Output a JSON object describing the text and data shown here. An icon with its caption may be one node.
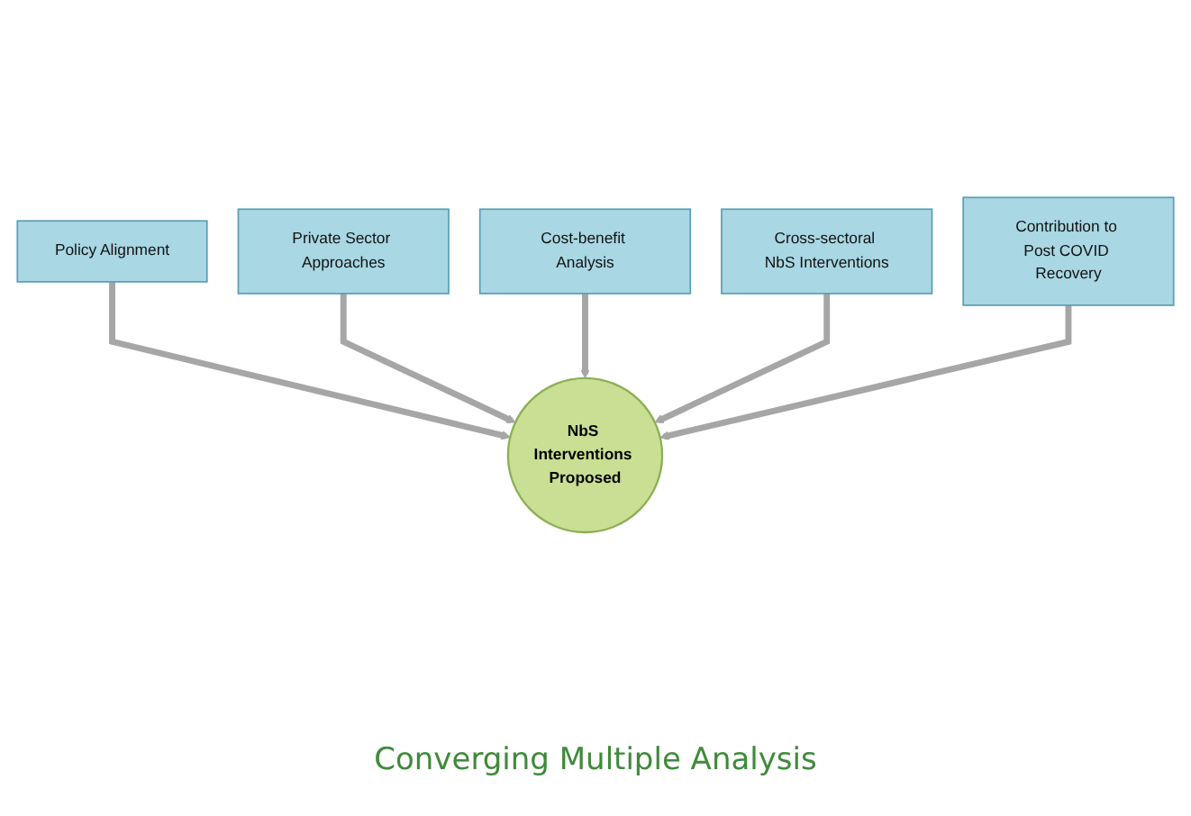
{
  "diagram": {
    "caption": "Converging Multiple Analysis",
    "nodes": [
      {
        "text": [
          "Policy Alignment"
        ]
      },
      {
        "text": [
          "Private Sector Approaches"
        ]
      },
      {
        "text": [
          "Cost-benefit Analysis"
        ]
      },
      {
        "text": [
          "Cross-sectoral NbS Interventions"
        ]
      },
      {
        "text": [
          "NbS Interventions Proposed"
        ]
      },
      {
        "text": [
          "Contribution to Post COVID Recovery"
        ]
      }
    ],
    "edges": [
      {
        "from": 0,
        "to": 4,
        "arrow": "to"
      },
      {
        "from": 1,
        "to": 4,
        "arrow": "to"
      },
      {
        "from": 2,
        "to": 4,
        "arrow": "to"
      },
      {
        "from": 3,
        "to": 4,
        "arrow": "to"
      },
      {
        "from": 5,
        "to": 4,
        "arrow": "to"
      }
    ]
  }
}
